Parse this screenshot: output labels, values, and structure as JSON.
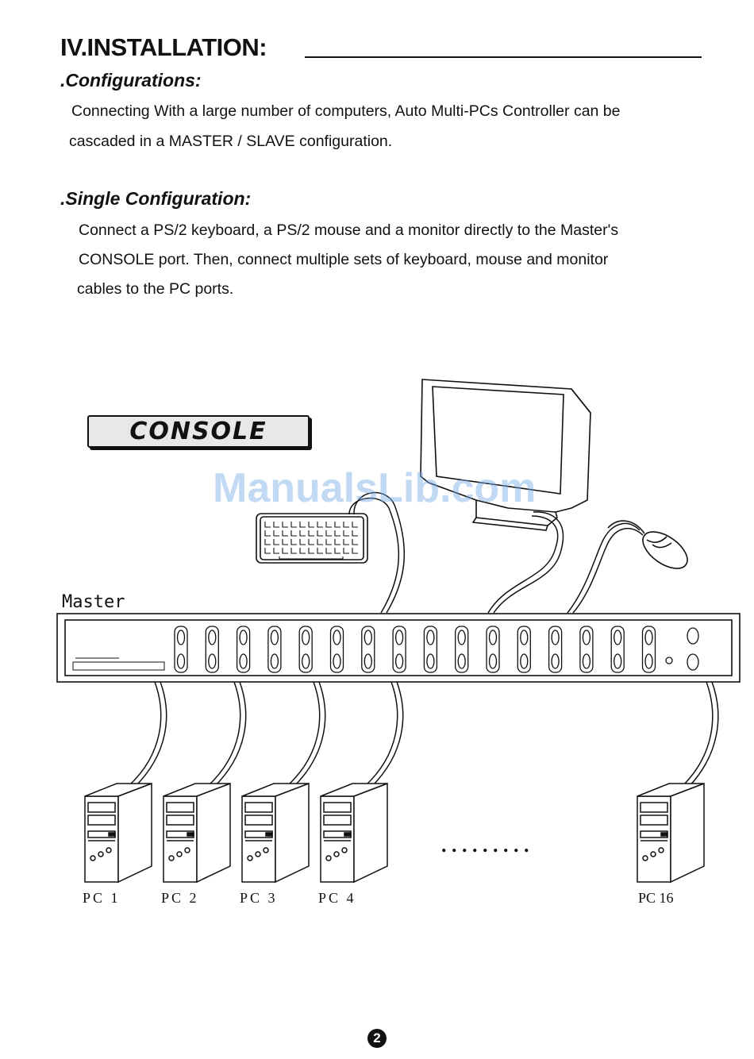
{
  "section": {
    "title": "IV.INSTALLATION:"
  },
  "configurations": {
    "heading": ".Configurations:",
    "lines": [
      "Connecting With a large number of computers, Auto Multi-PCs Controller can be",
      "cascaded in a MASTER / SLAVE configuration."
    ]
  },
  "single_configuration": {
    "heading": ".Single Configuration:",
    "lines": [
      "Connect a PS/2 keyboard, a PS/2 mouse and a monitor directly to the Master's",
      "CONSOLE port. Then, connect multiple sets of keyboard, mouse and monitor",
      "cables to the PC ports."
    ]
  },
  "diagram": {
    "console_label": "CONSOLE",
    "master_label": "Master",
    "pc_labels": [
      "PC 1",
      "PC 2",
      "PC 3",
      "PC 4",
      "PC 16"
    ],
    "ellipsis": ". . . . . . . . .",
    "switch_port_count": 16
  },
  "watermark": "ManualsLib.com",
  "page_number": "2"
}
